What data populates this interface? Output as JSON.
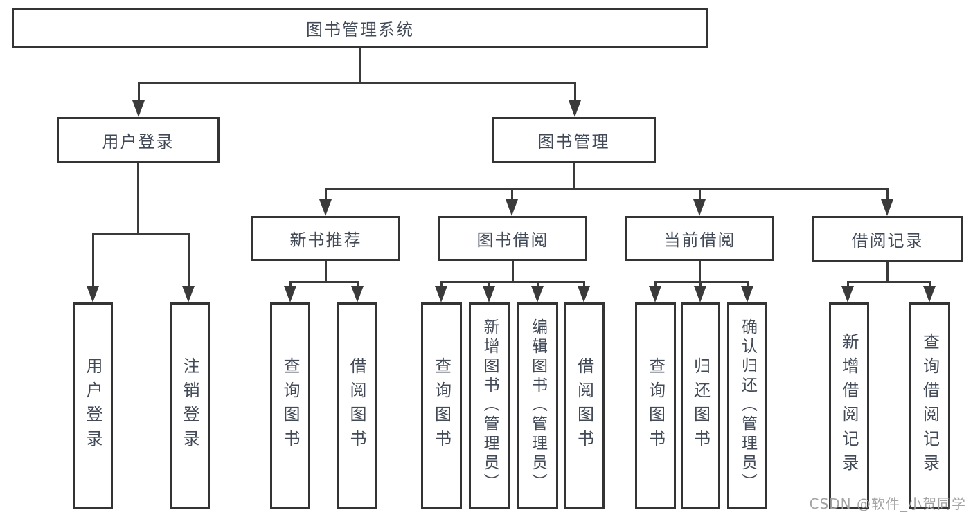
{
  "diagram": {
    "title": "图书管理系统",
    "colors": {
      "line": "#3a3a3a",
      "border": "#343434",
      "text": "#424a58",
      "background": "#ffffff",
      "watermark": "#a3a3a3"
    },
    "tree": {
      "root": {
        "label": "图书管理系统",
        "children": [
          {
            "label": "用户登录",
            "children": [
              {
                "label": "用户登录"
              },
              {
                "label": "注销登录"
              }
            ]
          },
          {
            "label": "图书管理",
            "children": [
              {
                "label": "新书推荐",
                "children": [
                  {
                    "label": "查询图书"
                  },
                  {
                    "label": "借阅图书"
                  }
                ]
              },
              {
                "label": "图书借阅",
                "children": [
                  {
                    "label": "查询图书"
                  },
                  {
                    "label": "新增图书（管理员）"
                  },
                  {
                    "label": "编辑图书（管理员）"
                  },
                  {
                    "label": "借阅图书"
                  }
                ]
              },
              {
                "label": "当前借阅",
                "children": [
                  {
                    "label": "查询图书"
                  },
                  {
                    "label": "归还图书"
                  },
                  {
                    "label": "确认归还（管理员）"
                  }
                ]
              },
              {
                "label": "借阅记录",
                "children": [
                  {
                    "label": "新增借阅记录"
                  },
                  {
                    "label": "查询借阅记录"
                  }
                ]
              }
            ]
          }
        ]
      }
    },
    "watermark": "CSDN @软件_小贺同学"
  }
}
